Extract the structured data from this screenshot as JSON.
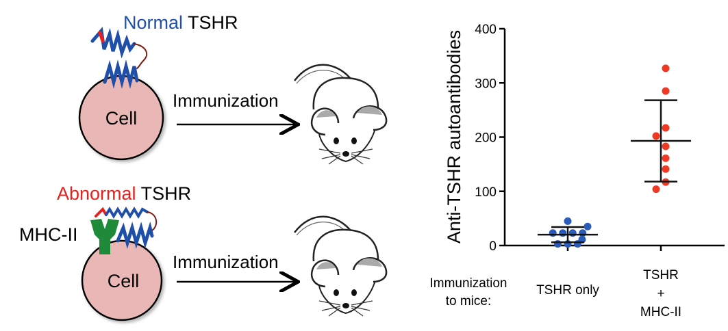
{
  "diagram": {
    "top": {
      "label_prefix": "Normal",
      "label_suffix": " TSHR",
      "cell_label": "Cell",
      "arrow_label": "Immunization"
    },
    "bottom": {
      "label_prefix": "Abnormal",
      "label_suffix": " TSHR",
      "receptor_label": "MHC-II",
      "cell_label": "Cell",
      "arrow_label": "Immunization"
    },
    "colors": {
      "normal": "#1f4fa8",
      "abnormal": "#e8201e",
      "cell": "#e9b8b6",
      "mhc": "#1f8a3a",
      "linker": "#7a1a12"
    }
  },
  "chart_data": {
    "type": "scatter",
    "title": "",
    "ylabel": "Anti-TSHR autoantibodies",
    "xlabel_prefix": [
      "Immunization",
      "to mice:"
    ],
    "ylim": [
      0,
      400
    ],
    "yticks": [
      0,
      100,
      200,
      300,
      400
    ],
    "categories": [
      {
        "lines": [
          "TSHR only"
        ]
      },
      {
        "lines": [
          "TSHR",
          "+",
          "MHC-II"
        ]
      }
    ],
    "series": [
      {
        "name": "TSHR only",
        "color": "#2a5bb8",
        "values": [
          45,
          35,
          23,
          23,
          23,
          23,
          11,
          3,
          3,
          3
        ],
        "mean": 20,
        "sd_low": 6,
        "sd_high": 34
      },
      {
        "name": "TSHR + MHC-II",
        "color": "#ee3a24",
        "values": [
          327,
          285,
          217,
          202,
          183,
          161,
          141,
          117,
          104
        ],
        "mean": 193,
        "sd_low": 118,
        "sd_high": 268
      }
    ],
    "grid": false
  }
}
